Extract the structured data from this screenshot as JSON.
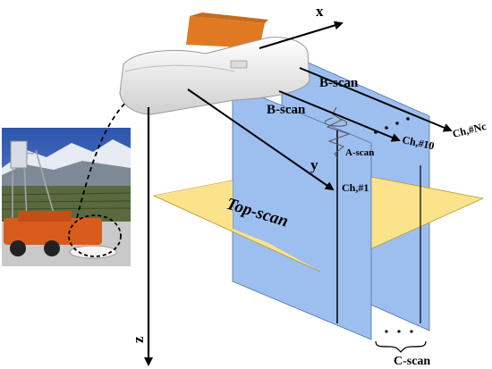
{
  "diagram": {
    "axes": {
      "x": "x",
      "y": "y",
      "z": "z"
    },
    "labels": {
      "b_scan_back": "B-scan",
      "b_scan_front": "B-scan",
      "a_scan": "A-scan",
      "top_scan": "Top-scan",
      "c_scan": "C-scan",
      "channel_first": "Ch,#1",
      "channel_ten": "Ch,#10",
      "channel_last": "Ch,#Nc"
    },
    "colors": {
      "b_scan_plane": "#9dbff0",
      "top_scan_plane": "#fbe38c",
      "antenna_body": "#f2f2f2",
      "antenna_mount": "#e07a22",
      "vehicle_body": "#d85c1c",
      "sky": "#3a63b8"
    }
  }
}
